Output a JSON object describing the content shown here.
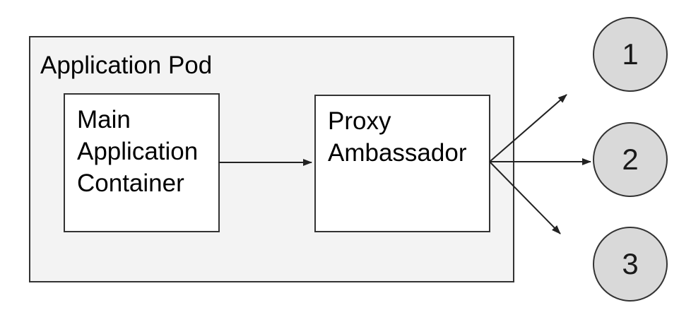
{
  "diagram": {
    "pod": {
      "label": "Application Pod"
    },
    "containers": [
      {
        "id": "main-application-container",
        "label_lines": [
          "Main",
          "Application",
          "Container"
        ]
      },
      {
        "id": "proxy-ambassador",
        "label_lines": [
          "Proxy",
          "Ambassador"
        ]
      }
    ],
    "connections": [
      {
        "from": "main-application-container",
        "to": "proxy-ambassador",
        "style": "arrow"
      },
      {
        "from": "proxy-ambassador",
        "to": "endpoint-1",
        "style": "arrow"
      },
      {
        "from": "proxy-ambassador",
        "to": "endpoint-2",
        "style": "arrow"
      },
      {
        "from": "proxy-ambassador",
        "to": "endpoint-3",
        "style": "arrow"
      }
    ],
    "endpoints": [
      {
        "id": "endpoint-1",
        "label": "1"
      },
      {
        "id": "endpoint-2",
        "label": "2"
      },
      {
        "id": "endpoint-3",
        "label": "3"
      }
    ],
    "colors": {
      "pod_fill": "#f3f3f3",
      "box_fill": "#ffffff",
      "circle_fill": "#d9d9d9",
      "stroke": "#333333",
      "arrow": "#222222",
      "text": "#000000"
    }
  }
}
